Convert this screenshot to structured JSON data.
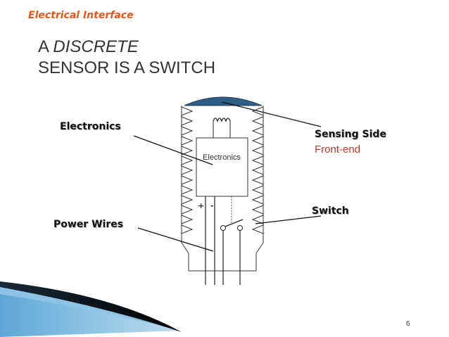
{
  "section_title": "Electrical Interface",
  "headline": {
    "prefix": "A ",
    "emphasis": "DISCRETE",
    "line2": "SENSOR IS A SWITCH"
  },
  "labels": {
    "electronics": "Electronics",
    "sensing_side": "Sensing Side",
    "front_end": "Front-end",
    "switch": "Switch",
    "power_wires": "Power Wires",
    "box_text": "Electronics",
    "plus": "+",
    "minus": "-"
  },
  "page_number": "6",
  "colors": {
    "title": "#e05a1e",
    "front_end": "#c0392b",
    "sensor_cap": "#2e5d86",
    "deco_light": "#5fa8d6"
  }
}
